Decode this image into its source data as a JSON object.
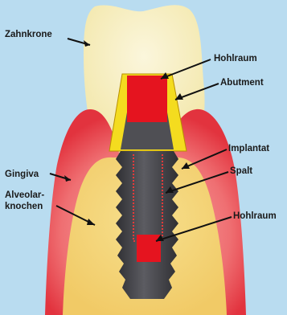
{
  "labels": {
    "crown": "Zahnkrone",
    "cavity_top": "Hohlraum",
    "abutment": "Abutment",
    "implant": "Implantat",
    "gap": "Spalt",
    "gingiva": "Gingiva",
    "bone_line1": "Alveolar-",
    "bone_line2": "knochen",
    "cavity_bottom": "Hohlraum"
  },
  "colors": {
    "background": "#b9dcf0",
    "crown": "#f7efc4",
    "gingiva": "#e2333e",
    "bone": "#f3d479",
    "implant": "#4f4f54",
    "abutment": "#f4dc1f",
    "cavity": "#e5141f",
    "gap": "#e63a3a"
  }
}
